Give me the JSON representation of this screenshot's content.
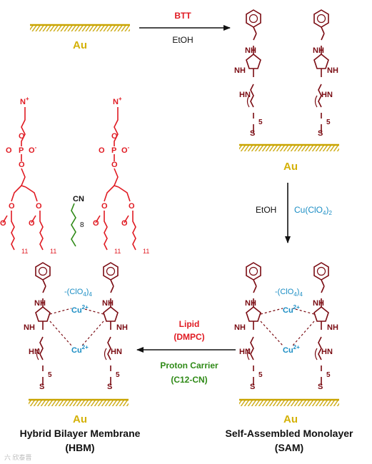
{
  "colors": {
    "gold": "#d4b106",
    "goldHatch": "#b8980a",
    "dark": "#7a0b12",
    "red": "#e01a22",
    "green": "#2f8a17",
    "blue": "#1a8dc4",
    "black": "#111111"
  },
  "top": {
    "surface_label": "Au",
    "arrow_reagent": "BTT",
    "arrow_solvent": "EtOH"
  },
  "molecules": {
    "amine_left": "NH",
    "amine_right": "NH",
    "ring_nh": "NH",
    "ring_n": "N",
    "thiol_s": "S",
    "chain_n": "5",
    "amine_side": "HN"
  },
  "sam": {
    "surface_label": "Au",
    "reagent1": "EtOH",
    "reagent2_main": "Cu(ClO",
    "reagent2_sub": "4",
    "reagent2_end": ")",
    "reagent2_sub2": "2",
    "caption_line1": "Self-Assembled Monolayer",
    "caption_line2": "(SAM)"
  },
  "hbm": {
    "surface_label": "Au",
    "caption_line1": "Hybrid Bilayer Membrane",
    "caption_line2": "(HBM)"
  },
  "copper": {
    "ion": "Cu",
    "charge": "2+",
    "counterion_main": "-(ClO",
    "counterion_sub": "4",
    "counterion_end": ")",
    "counterion_sub2": "4"
  },
  "lipid_arrow": {
    "lipid": "Lipid",
    "lipid_name": "(DMPC)",
    "carrier": "Proton Carrier",
    "carrier_name": "(C12-CN)"
  },
  "lipid": {
    "nitrogen": "N",
    "plus": "+",
    "phosphorus": "P",
    "oxygen": "O",
    "ominus": "O",
    "minus": "-",
    "tail_n": "11",
    "carrier_group": "CN",
    "carrier_n": "8"
  },
  "watermark": "六 欣泰晋"
}
